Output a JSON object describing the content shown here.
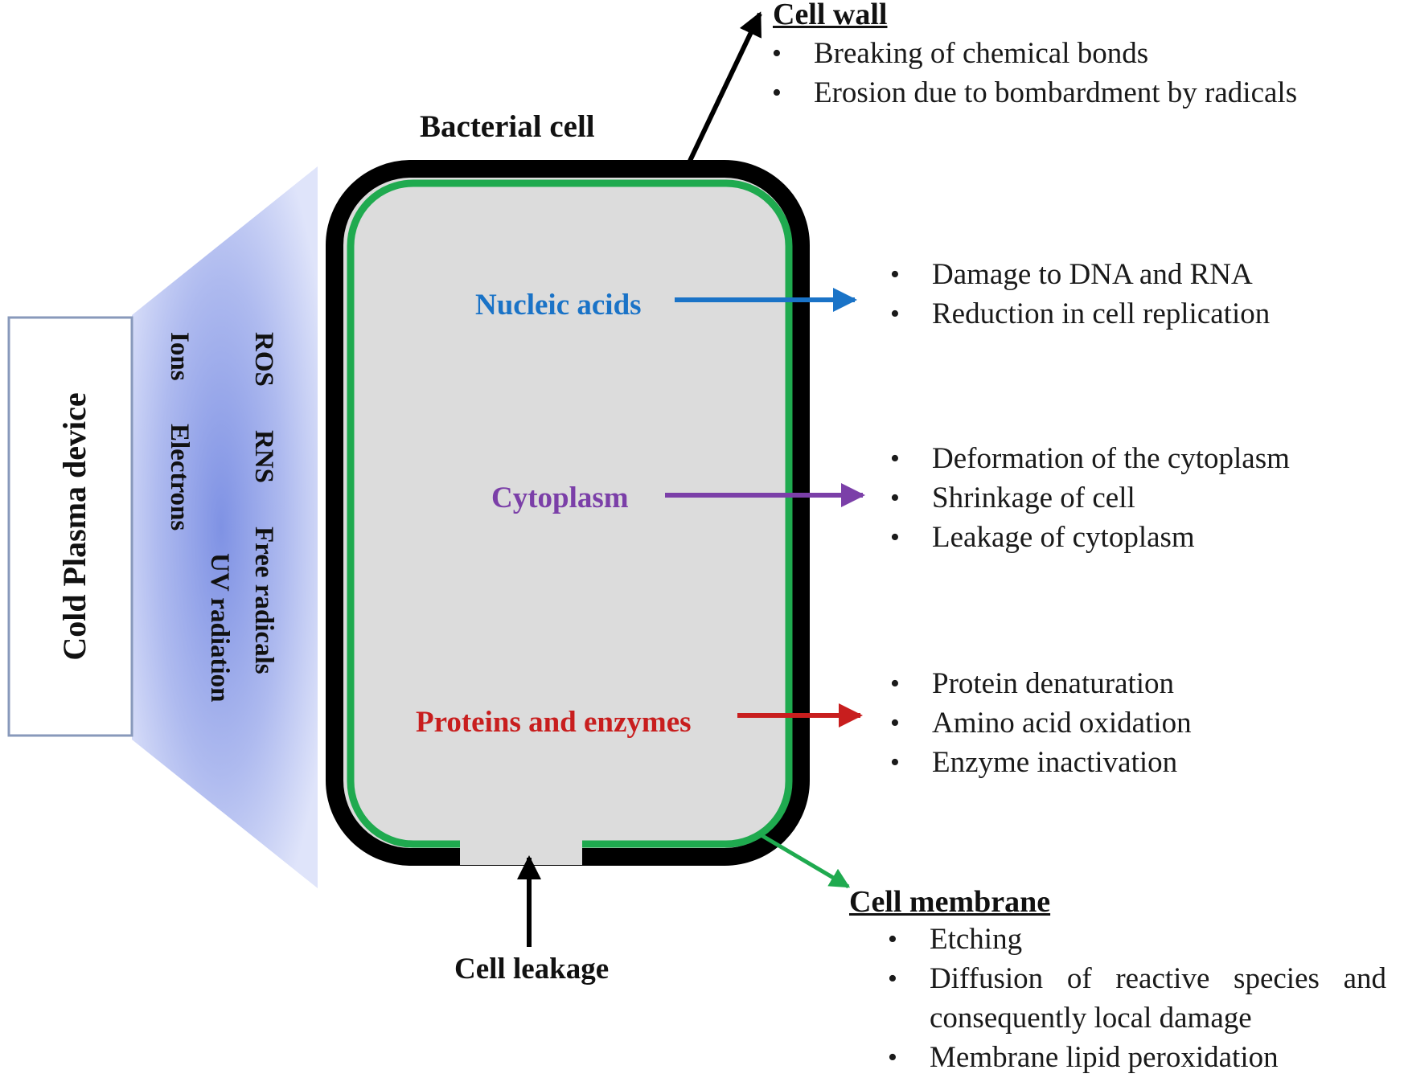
{
  "device": {
    "label": "Cold Plasma device"
  },
  "species": [
    "ROS",
    "RNS",
    "Free radicals",
    "UV radiation",
    "Ions",
    "Electrons"
  ],
  "cell": {
    "title": "Bacterial cell",
    "leakage_label": "Cell leakage",
    "components": [
      {
        "label": "Nucleic acids",
        "color": "#1a73c7"
      },
      {
        "label": "Cytoplasm",
        "color": "#7b3fa8"
      },
      {
        "label": "Proteins and enzymes",
        "color": "#c81e1e"
      }
    ]
  },
  "cell_wall": {
    "heading": "Cell wall",
    "effects": [
      "Breaking of chemical bonds",
      "Erosion due to bombardment by radicals"
    ]
  },
  "nucleic_effects": [
    "Damage to DNA and RNA",
    "Reduction in cell replication"
  ],
  "cytoplasm_effects": [
    "Deformation of the cytoplasm",
    "Shrinkage of cell",
    "Leakage of cytoplasm"
  ],
  "protein_effects": [
    "Protein denaturation",
    "Amino acid oxidation",
    "Enzyme inactivation"
  ],
  "cell_membrane": {
    "heading": "Cell membrane",
    "effects": [
      "Etching",
      "Diffusion of reactive species and consequently local damage",
      "Membrane lipid peroxidation"
    ]
  },
  "colors": {
    "cell_wall": "#000000",
    "membrane": "#1faa4f",
    "cytoplasm_fill": "#dcdcdc",
    "plasma_beam": "#aab6ee",
    "device_border": "#8899bb"
  }
}
